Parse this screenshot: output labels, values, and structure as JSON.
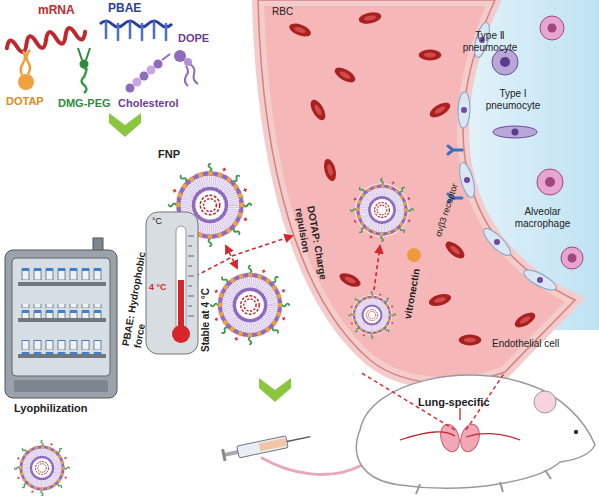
{
  "diagram": {
    "labels": [
      "mRNA",
      "PBAE",
      "DOPE",
      "DOTAP",
      "DMG-PEG",
      "Cholesterol",
      "RBC",
      "Type Ⅱ pneumocyte",
      "Type I pneumocyte",
      "FNP",
      "αvβ3 receptor",
      "Alveolar macrophage",
      "vitronectin",
      "DOTAP: Charge repulsion",
      "PBAE: Hydrophobic force",
      "°C",
      "4 °C",
      "Stable at 4 °C",
      "Endothelial cell",
      "Lyophilization",
      "Lung-specific"
    ]
  }
}
